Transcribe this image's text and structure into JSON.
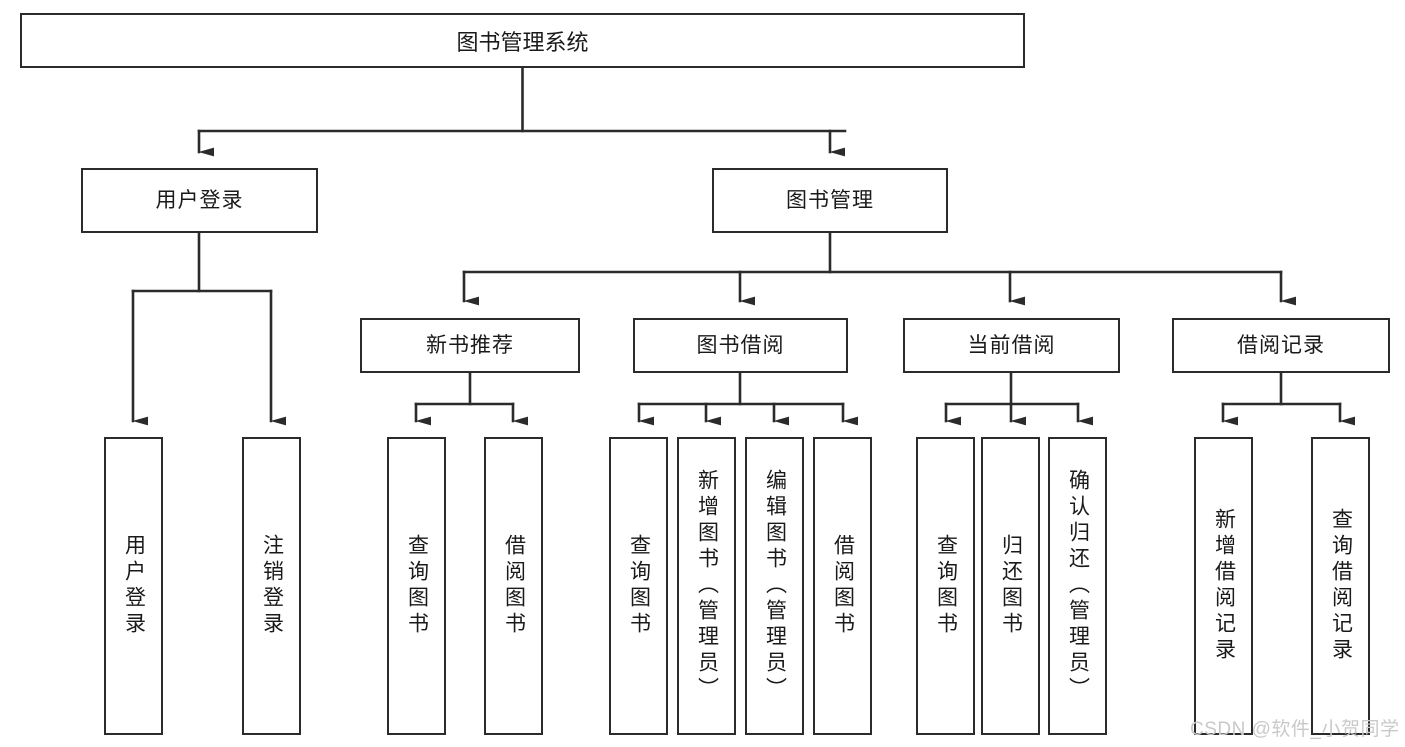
{
  "diagram": {
    "title": "图书管理系统",
    "type": "tree-hierarchy-diagram",
    "colors": {
      "box_border": "#2b2b2b",
      "box_fill": "#ffffff",
      "line": "#2b2b2b",
      "text": "#1a1a1a",
      "background": "#ffffff",
      "watermark": "#c9c9c9"
    },
    "root": {
      "label": "图书管理系统"
    },
    "level2": [
      {
        "id": "user-login",
        "label": "用户登录"
      },
      {
        "id": "book-management",
        "label": "图书管理"
      }
    ],
    "level3": [
      {
        "id": "new-book-recommend",
        "label": "新书推荐"
      },
      {
        "id": "book-borrow",
        "label": "图书借阅"
      },
      {
        "id": "current-borrow",
        "label": "当前借阅"
      },
      {
        "id": "borrow-record",
        "label": "借阅记录"
      }
    ],
    "leaves": {
      "user-login": [
        {
          "id": "leaf-user-login",
          "label": "用户登录"
        },
        {
          "id": "leaf-logout-login",
          "label": "注销登录"
        }
      ],
      "new-book-recommend": [
        {
          "id": "leaf-query-book-1",
          "label": "查询图书"
        },
        {
          "id": "leaf-borrow-book-1",
          "label": "借阅图书"
        }
      ],
      "book-borrow": [
        {
          "id": "leaf-query-book-2",
          "label": "查询图书"
        },
        {
          "id": "leaf-add-book",
          "label": "新增图书（管理员）"
        },
        {
          "id": "leaf-edit-book",
          "label": "编辑图书（管理员）"
        },
        {
          "id": "leaf-borrow-book-2",
          "label": "借阅图书"
        }
      ],
      "current-borrow": [
        {
          "id": "leaf-query-book-3",
          "label": "查询图书"
        },
        {
          "id": "leaf-return-book",
          "label": "归还图书"
        },
        {
          "id": "leaf-confirm-return",
          "label": "确认归还（管理员）"
        }
      ],
      "borrow-record": [
        {
          "id": "leaf-add-record",
          "label": "新增借阅记录"
        },
        {
          "id": "leaf-query-record",
          "label": "查询借阅记录"
        }
      ]
    }
  },
  "watermark": {
    "text": "CSDN @软件_小贺同学"
  }
}
